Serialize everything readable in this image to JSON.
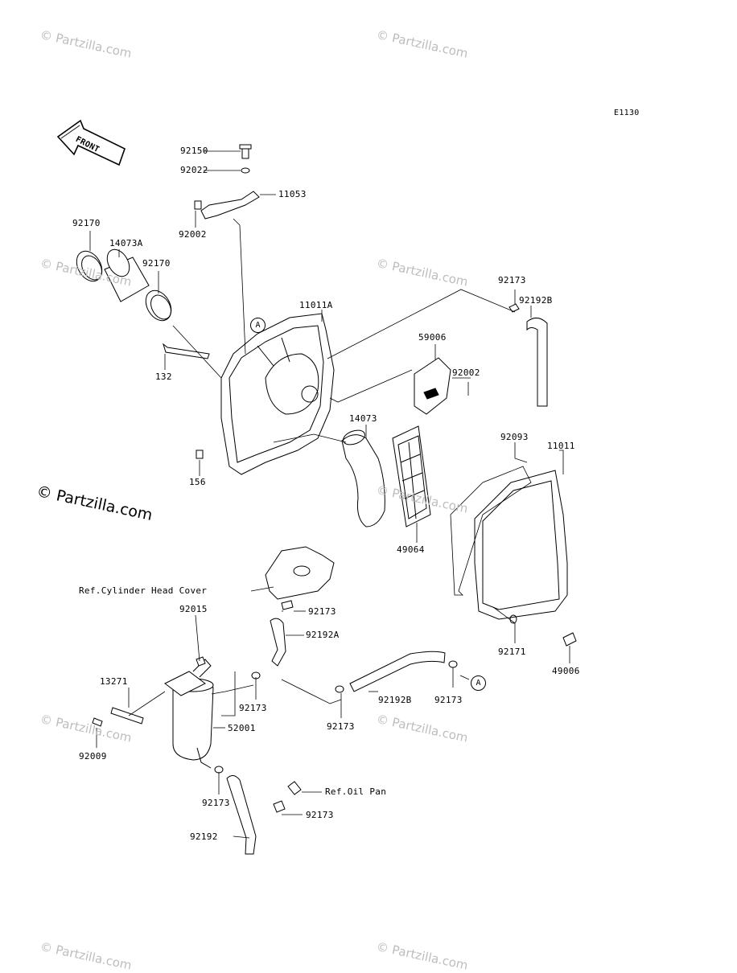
{
  "diagram": {
    "code": "E1130",
    "front_label": "FRONT",
    "watermark": "© Partzilla.com",
    "watermark_main": "© Partzilla.com",
    "ref_labels": {
      "cylinder_head_cover": "Ref.Cylinder Head Cover",
      "oil_pan": "Ref.Oil Pan"
    },
    "markers": {
      "a1": "A",
      "a2": "A"
    },
    "parts": {
      "p92150": "92150",
      "p92022": "92022",
      "p11053": "11053",
      "p92002_top": "92002",
      "p92170_a": "92170",
      "p14073A": "14073A",
      "p92170_b": "92170",
      "p11011A": "11011A",
      "p132": "132",
      "p156": "156",
      "p92173_top": "92173",
      "p92192B_top": "92192B",
      "p59006": "59006",
      "p92002_mid": "92002",
      "p14073": "14073",
      "p92093": "92093",
      "p11011": "11011",
      "p49064": "49064",
      "p92173_chc": "92173",
      "p92015": "92015",
      "p92192A": "92192A",
      "p13271": "13271",
      "p92173_a": "92173",
      "p52001": "52001",
      "p92009": "92009",
      "p92173_b": "92173",
      "p92192B_low": "92192B",
      "p92173_c": "92173",
      "p92171": "92171",
      "p49006": "49006",
      "p92173_d": "92173",
      "p92173_e": "92173",
      "p92192": "92192"
    }
  }
}
